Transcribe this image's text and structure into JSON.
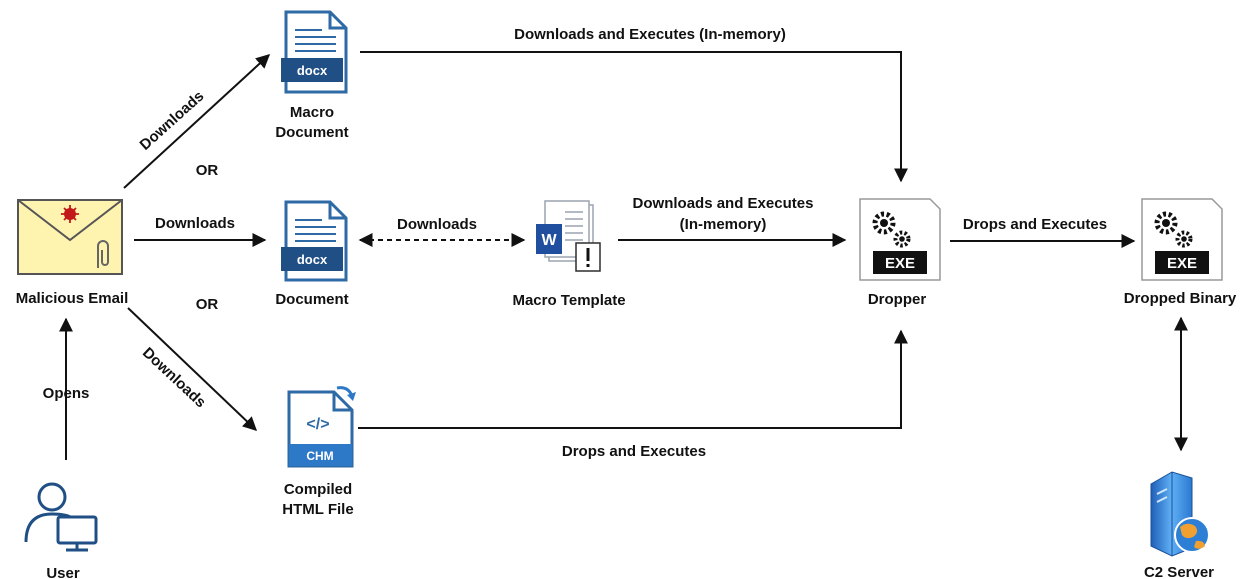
{
  "nodes": {
    "email": {
      "label": "Malicious Email"
    },
    "user": {
      "label": "User"
    },
    "macro_doc": {
      "label_line1": "Macro",
      "label_line2": "Document",
      "badge": "docx"
    },
    "document": {
      "label": "Document",
      "badge": "docx"
    },
    "chm": {
      "label_line1": "Compiled",
      "label_line2": "HTML File",
      "badge": "CHM",
      "tag": "</>"
    },
    "macro_template": {
      "label": "Macro Template",
      "badge": "W"
    },
    "dropper": {
      "label": "Dropper",
      "badge": "EXE"
    },
    "dropped_binary": {
      "label": "Dropped Binary",
      "badge": "EXE"
    },
    "c2": {
      "label": "C2 Server"
    }
  },
  "edges": {
    "email_to_macro_doc": "Downloads",
    "email_to_document": "Downloads",
    "email_to_chm": "Downloads",
    "or_top": "OR",
    "or_bottom": "OR",
    "user_to_email": "Opens",
    "document_template": "Downloads",
    "macro_doc_to_dropper": "Downloads and Executes (In-memory)",
    "template_to_dropper_line1": "Downloads and Executes",
    "template_to_dropper_line2": "(In-memory)",
    "chm_to_dropper": "Drops and Executes",
    "dropper_to_binary": "Drops and Executes"
  },
  "colors": {
    "document_blue": "#2e6aa6",
    "document_dark": "#1f4f85",
    "envelope_fill": "#fff3b0",
    "envelope_stroke": "#555555",
    "seal_red": "#c21818",
    "exe_black": "#111111",
    "server_blue": "#3d8fe0"
  }
}
